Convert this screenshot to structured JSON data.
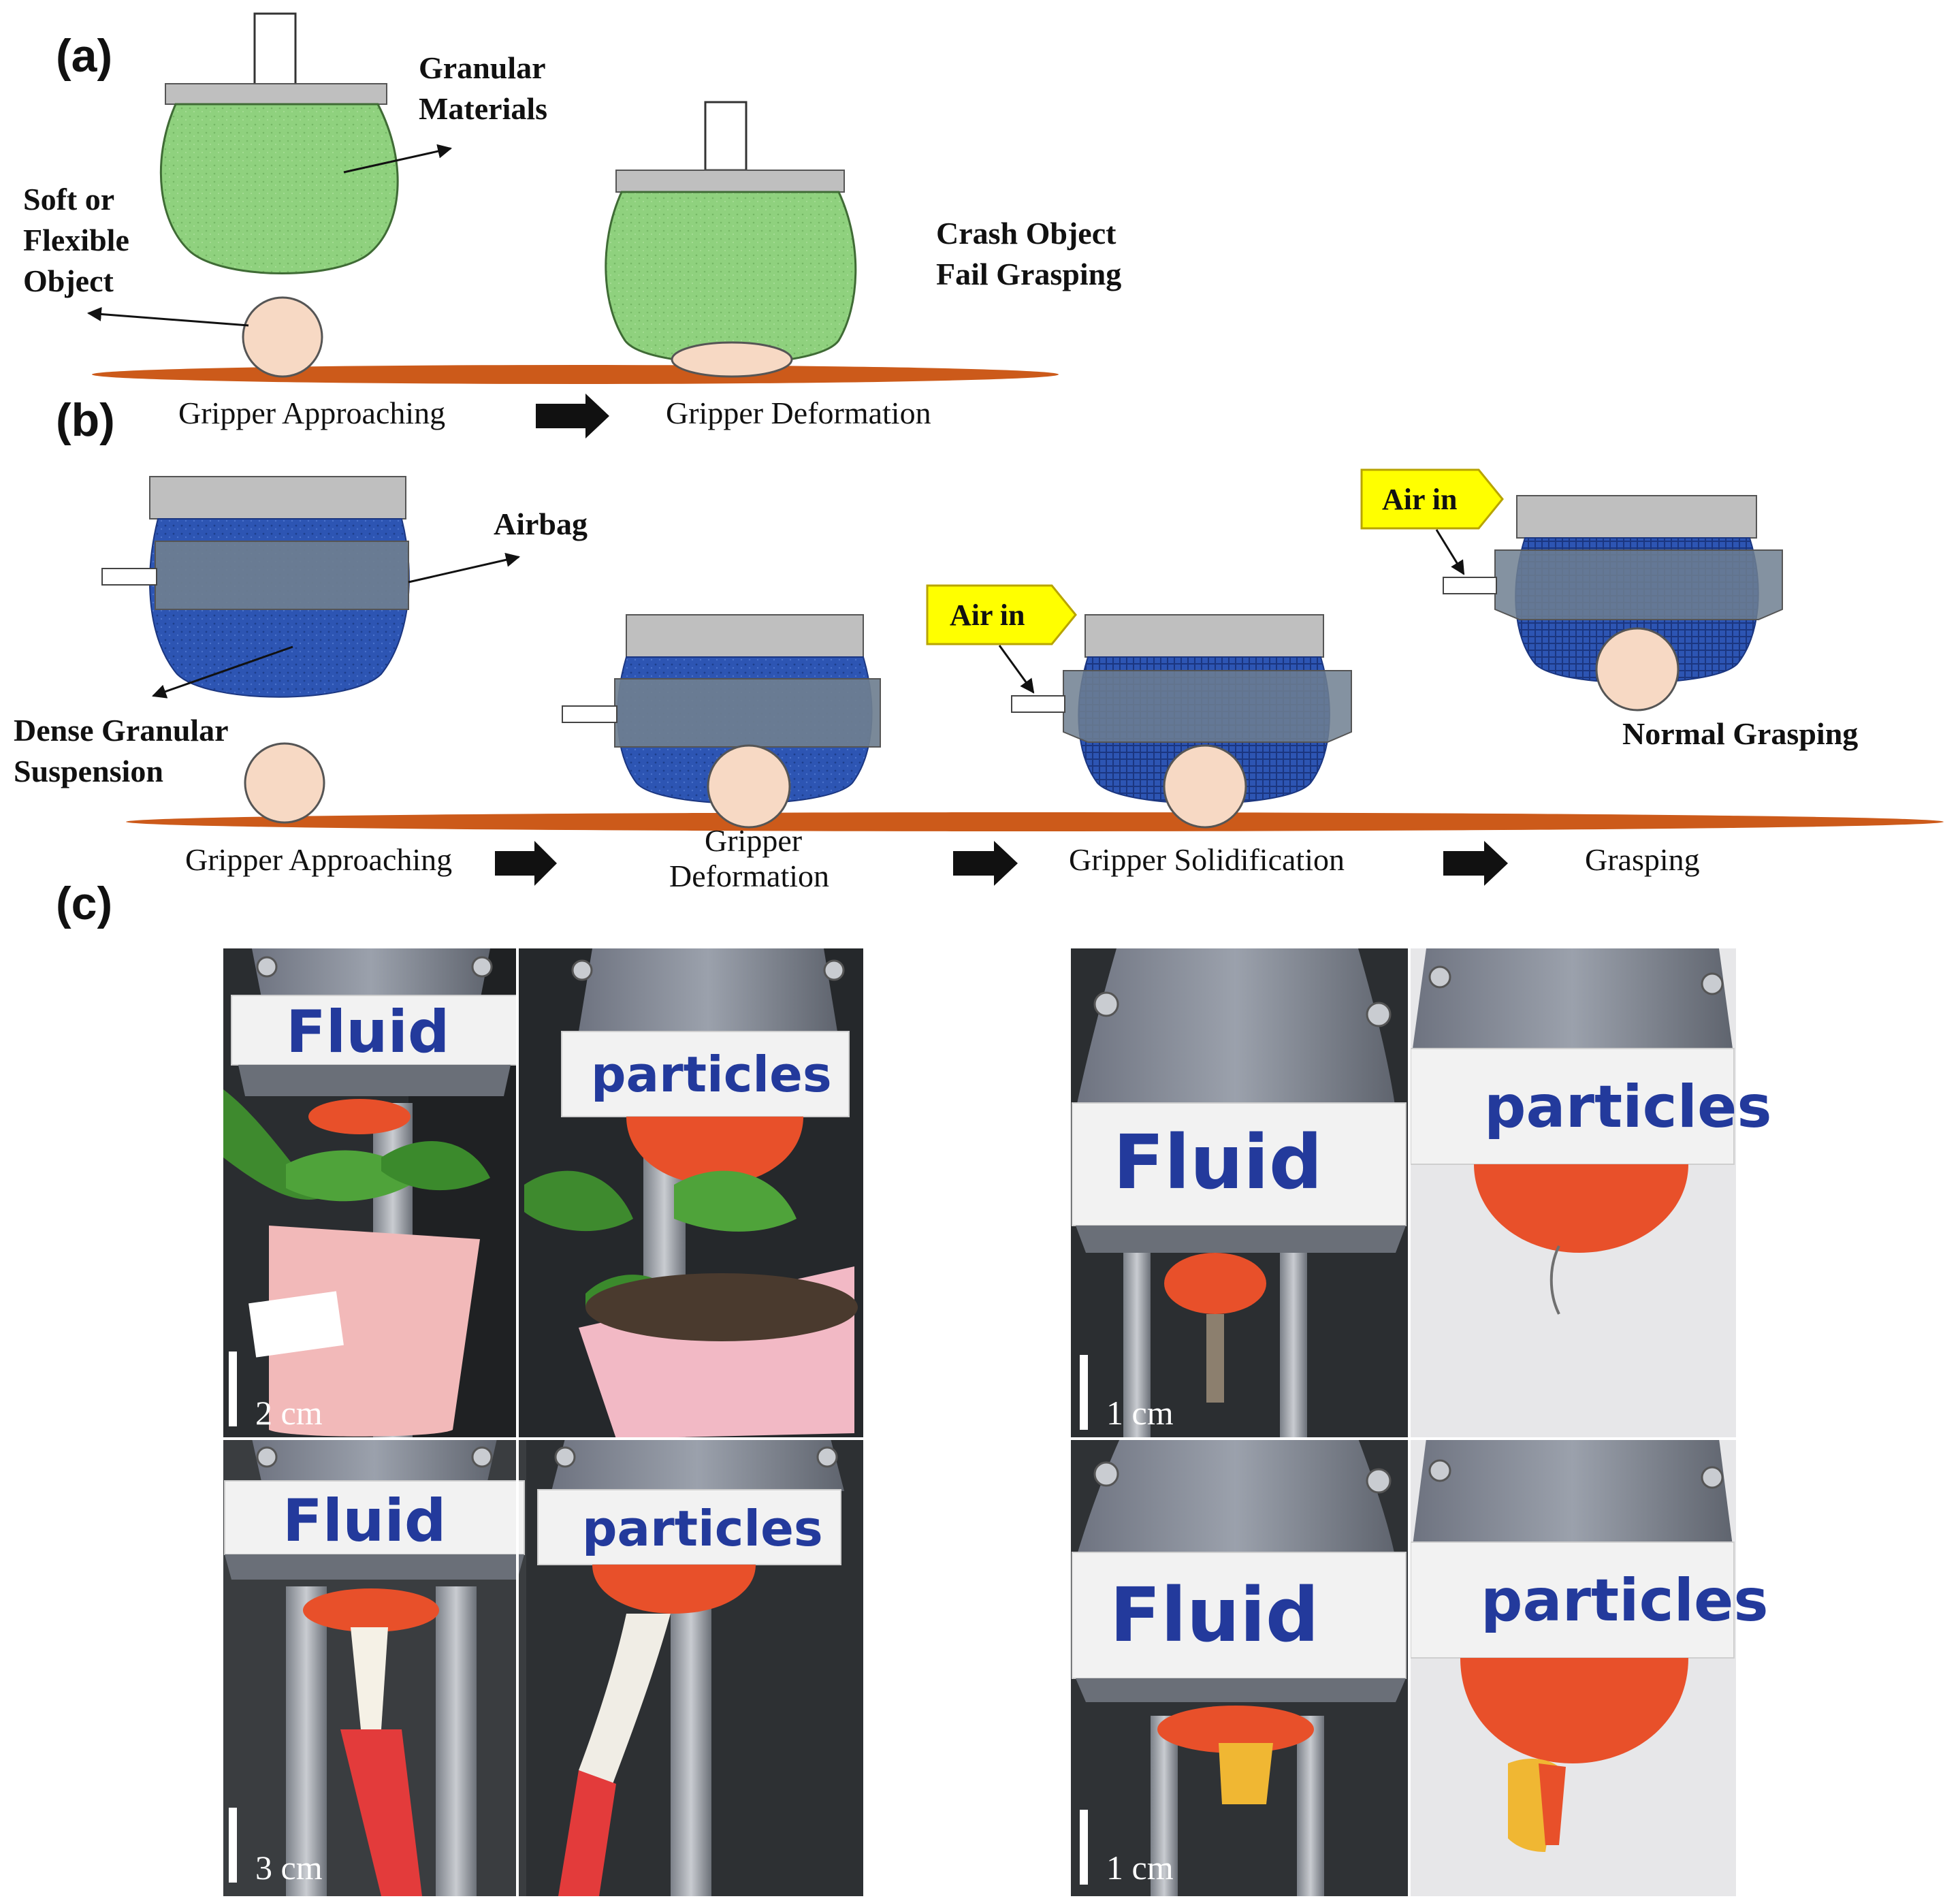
{
  "panels": {
    "a": "(a)",
    "b": "(b)",
    "c": "(c)"
  },
  "panel_a": {
    "granular_line1": "Granular",
    "granular_line2": "Materials",
    "soft_line1": "Soft or",
    "soft_line2": "Flexible",
    "soft_line3": "Object",
    "crash_line1": "Crash Object",
    "crash_line2": "Fail Grasping",
    "step1": "Gripper  Approaching",
    "step2": "Gripper  Deformation"
  },
  "panel_b": {
    "airbag": "Airbag",
    "dense_line1": "Dense Granular",
    "dense_line2": "Suspension",
    "air_in_1": "Air in",
    "air_in_2": "Air in",
    "normal": "Normal Grasping",
    "step1": "Gripper  Approaching",
    "step2_line1": "Gripper",
    "step2_line2": "Deformation",
    "step3": "Gripper  Solidification",
    "step4": "Grasping"
  },
  "panel_c": {
    "fluid": "Fluid",
    "particles": "particles",
    "scale_tl": "2 cm",
    "scale_bl": "3 cm",
    "scale_tr": "1 cm",
    "scale_br": "1 cm"
  },
  "colors": {
    "green_gripper": "#8fd17e",
    "blue_gripper": "#2d55b3",
    "surface": "#cc5a1a",
    "object": "#f7d9c4",
    "airbag": "#6f7f90",
    "air_tag": "#ffff00"
  }
}
